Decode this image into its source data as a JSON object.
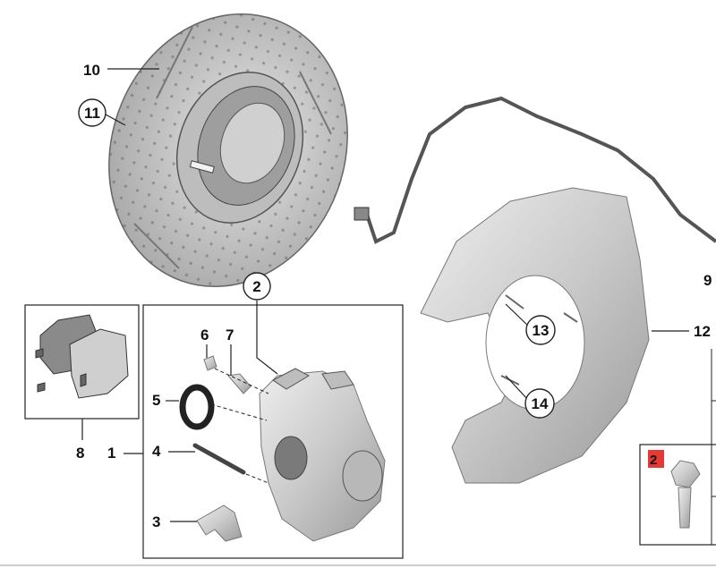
{
  "diagram": {
    "labels": {
      "disc": "10",
      "disc_screw": "11",
      "caliper": "2",
      "pad_set": "8",
      "caliper_carrier": "1",
      "bleeder_cap": "6",
      "bleeder_valve": "7",
      "seal": "5",
      "guide_pin": "4",
      "spring": "3",
      "sensor_wire": "9",
      "dust_shield": "12",
      "shield_screw_a": "13",
      "shield_screw_b": "14"
    },
    "table_badge": "2",
    "colors": {
      "badge_bg": "#e53935",
      "metal_light": "#d9d9d9",
      "metal_dark": "#8c8c8c"
    }
  }
}
